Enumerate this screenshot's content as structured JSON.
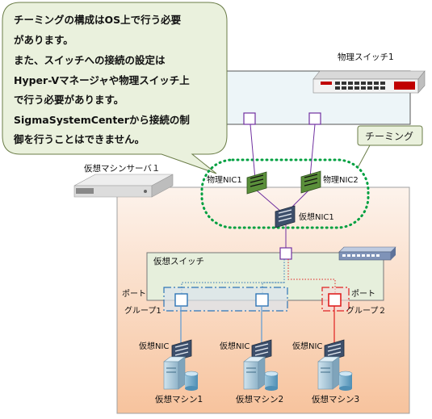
{
  "callout": {
    "lines": [
      "チーミングの構成はOS上で行う必要",
      "があります。",
      "また、スイッチへの接続の設定は",
      "Hyper-Vマネージャや物理スイッチ上",
      "で行う必要があります。",
      "SigmaSystemCenterから接続の制",
      "御を行うことはできません。"
    ]
  },
  "physical_switch": {
    "label": "物理スイッチ1"
  },
  "teaming": {
    "label": "チーミング"
  },
  "server": {
    "label": "仮想マシンサーバ１"
  },
  "physical_nics": {
    "nic1": "物理NIC1",
    "nic2": "物理NIC2"
  },
  "virtual_nic_main": {
    "label": "仮想NIC1"
  },
  "virtual_switch": {
    "label": "仮想スイッチ"
  },
  "port_groups": {
    "group1": {
      "line1": "ポート",
      "line2": "グループ1"
    },
    "group2": {
      "line1": "ポート",
      "line2": "グループ２"
    }
  },
  "vms": [
    {
      "nic_label": "仮想NIC",
      "name": "仮想マシン1"
    },
    {
      "nic_label": "仮想NIC",
      "name": "仮想マシン2"
    },
    {
      "nic_label": "仮想NIC",
      "name": "仮想マシン3"
    }
  ],
  "colors": {
    "callout_fill": "#eaf1dd",
    "callout_stroke": "#6b7d48",
    "server_area_top": "#fdf0e6",
    "server_area_bottom": "#f7c7a3",
    "vswitch_fill": "#e6efdc",
    "physical_switch_area": "#edf5f8",
    "port_group1": "#2e75b6",
    "port_group2": "#e02020",
    "link_purple": "#7030a0",
    "teaming_dots": "#00a040",
    "vm_link_blue": "#5b9bd5"
  }
}
